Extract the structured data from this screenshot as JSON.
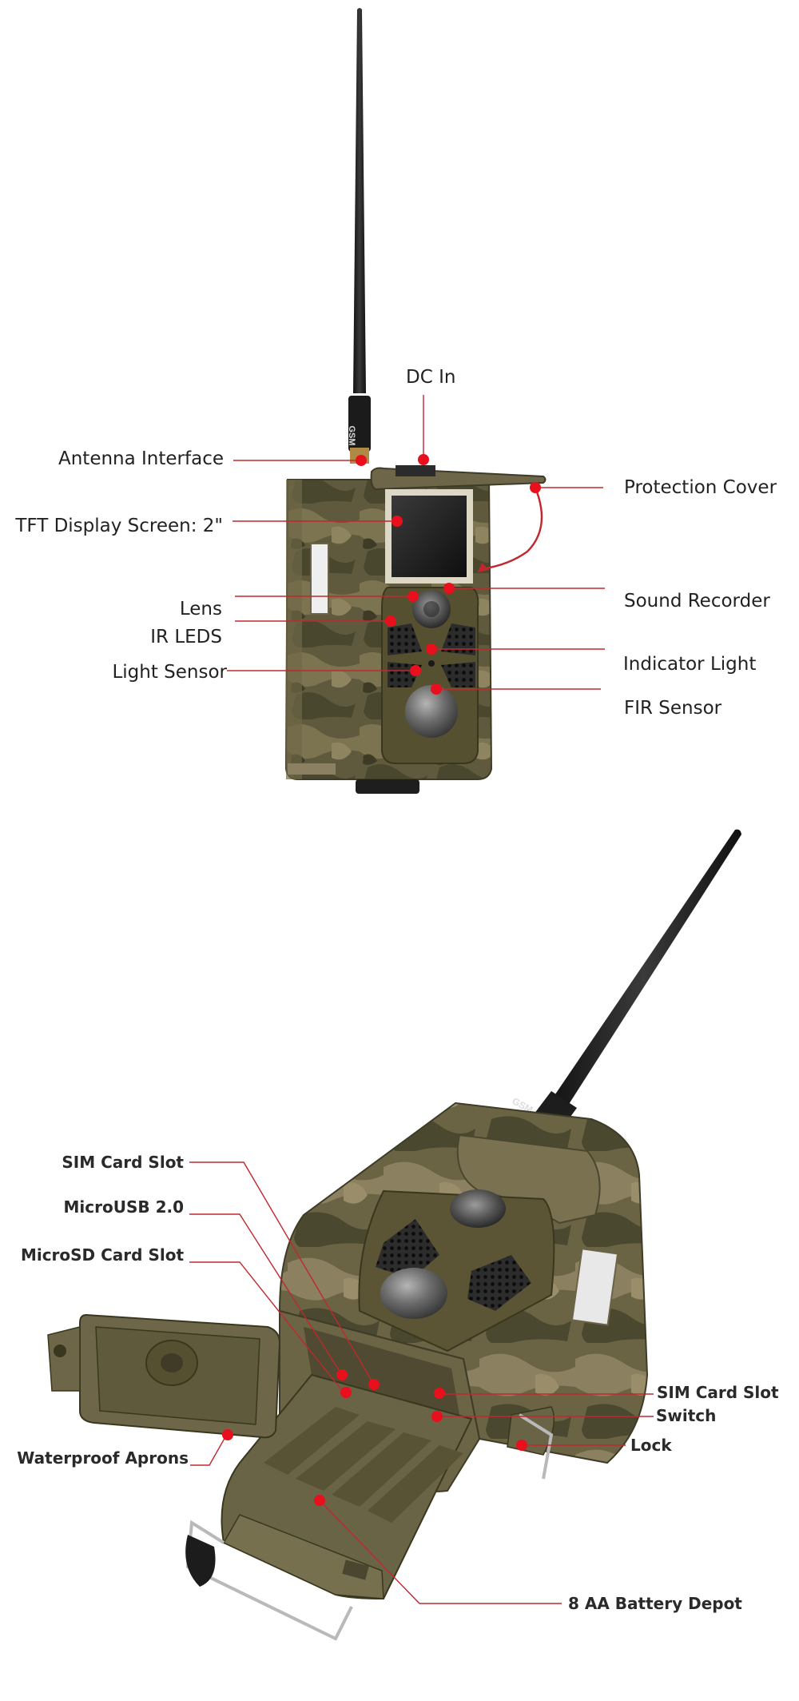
{
  "top_figure": {
    "labels": {
      "dc_in": "DC In",
      "antenna_interface": "Antenna Interface",
      "protection_cover": "Protection Cover",
      "tft_display": "TFT Display Screen: 2\"",
      "lens": "Lens",
      "sound_recorder": "Sound Recorder",
      "ir_leds": "IR LEDS",
      "indicator_light": "Indicator Light",
      "light_sensor": "Light Sensor",
      "fir_sensor": "FIR Sensor"
    },
    "antenna_marking": "GSM"
  },
  "bottom_figure": {
    "labels": {
      "sim_card_slot_left": "SIM Card Slot",
      "microusb": "MicroUSB 2.0",
      "microsd": "MicroSD Card Slot",
      "waterproof_aprons": "Waterproof Aprons",
      "sim_card_slot_right": "SIM Card Slot",
      "switch": "Switch",
      "lock": "Lock",
      "battery_depot": "8 AA Battery Depot"
    },
    "antenna_marking": "GSM"
  },
  "colors": {
    "callout_dot": "#e8101c",
    "callout_line": "#c0282e",
    "camo_base": "#5f5a3d",
    "camo_light": "#8a7e5a",
    "camo_dark": "#3f3d28",
    "antenna": "#1c1c1c"
  }
}
